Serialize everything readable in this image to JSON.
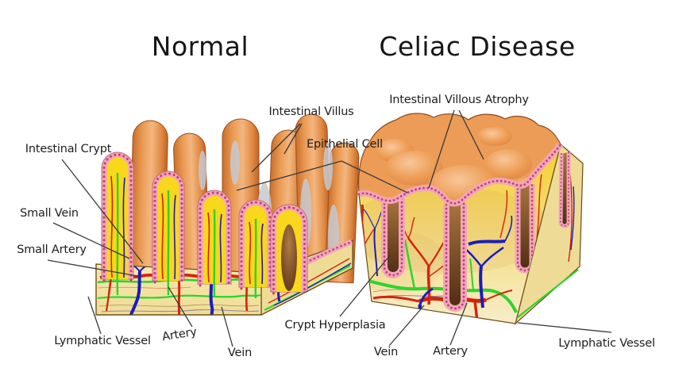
{
  "diagram": {
    "title_left": "Normal",
    "title_right": "Celiac Disease",
    "labels": {
      "intestinal_villus": "Intestinal Villus",
      "epithelial_cell": "Epithelial Cell",
      "intestinal_crypt": "Intestinal Crypt",
      "small_vein": "Small Vein",
      "small_artery": "Small Artery",
      "lymphatic_vessel_left": "Lymphatic Vessel",
      "artery_left": "Artery",
      "vein_left": "Vein",
      "intestinal_villous_atrophy": "Intestinal Villous Atrophy",
      "crypt_hyperplasia": "Crypt Hyperplasia",
      "vein_right": "Vein",
      "artery_right": "Artery",
      "lymphatic_vessel_right": "Lymphatic Vessel"
    },
    "colors": {
      "background": "#ffffff",
      "text": "#1d1d1d",
      "leader_line": "#3a3a3a",
      "villus_orange": "#ec9c56",
      "villus_highlight": "#f6c191",
      "villus_shadow_gray": "#c7c9cf",
      "lamina_yellow": "#f8d71c",
      "epithelium_pink": "#f1a6b8",
      "epithelium_dot_magenta": "#c23d7d",
      "submucosa_cream": "#f4e6a9",
      "artery_red": "#d6220c",
      "vein_blue": "#1c1cba",
      "lymph_green": "#2ed32e",
      "crypt_lumen_brown": "#5c3415"
    }
  }
}
